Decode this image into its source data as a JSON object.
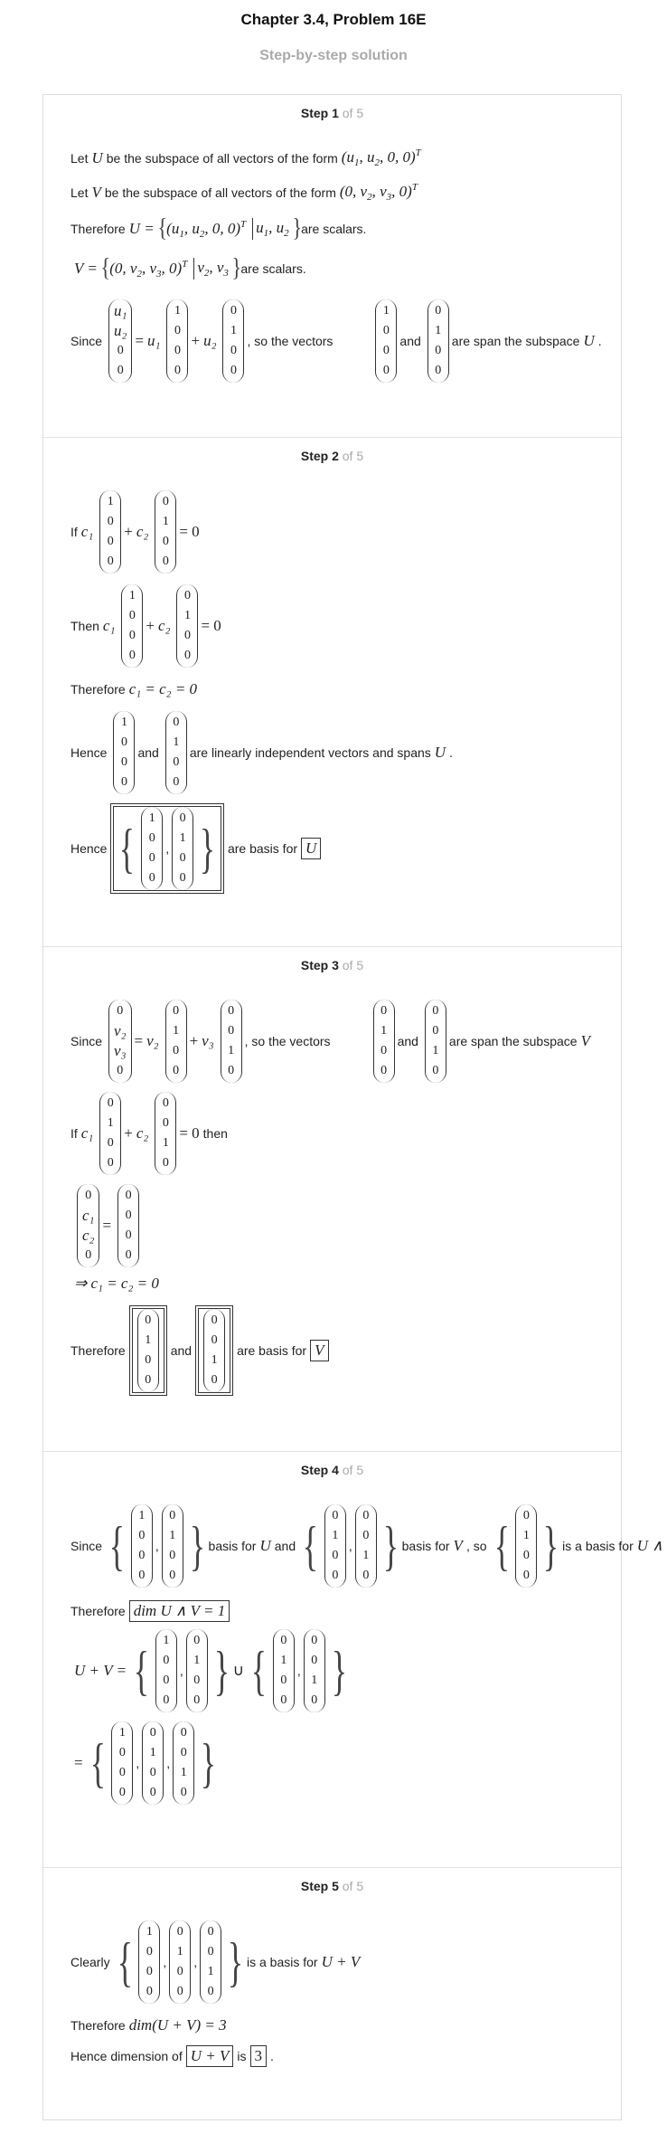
{
  "page": {
    "title": "Chapter 3.4, Problem 16E",
    "subtitle": "Step-by-step solution"
  },
  "steps": [
    {
      "label": "Step 1",
      "of": "of 5"
    },
    {
      "label": "Step 2",
      "of": "of 5"
    },
    {
      "label": "Step 3",
      "of": "of 5"
    },
    {
      "label": "Step 4",
      "of": "of 5"
    },
    {
      "label": "Step 5",
      "of": "of 5"
    }
  ],
  "text": {
    "let": "Let",
    "be_subspace": "be the subspace of all vectors of the form",
    "therefore": "Therefore",
    "are_scalars": "are scalars.",
    "since": "Since",
    "so_vectors": ", so the vectors",
    "and": "and",
    "span_subspace": "are span the subspace",
    "if": "If",
    "then": "Then",
    "hence": "Hence",
    "lin_indep": "are linearly independent vectors and spans",
    "basis_for": "are basis for",
    "then_word": "then",
    "is_basis_for": "is a basis for",
    "basis_for_s": "basis for",
    "and_s": "and",
    "so_s": ", so",
    "clearly": "Clearly",
    "hence_dim": "Hence dimension of",
    "is": "is",
    "dot": "."
  },
  "math": {
    "U": "U",
    "V": "V",
    "formU": "(u₁, u₂, 0, 0)",
    "formV": "(0, v₂, v₃, 0)",
    "T": "T",
    "eq0": "= 0",
    "c1c2": "c₁ = c₂ = 0",
    "imp": "⇒ c₁ = c₂ = 0",
    "dimcap": "dim U ∧ V = 1",
    "UplusV": "U + V",
    "dimUV": "dim(U + V) = 3",
    "three": "3",
    "UcapV": "U ∧ V"
  }
}
